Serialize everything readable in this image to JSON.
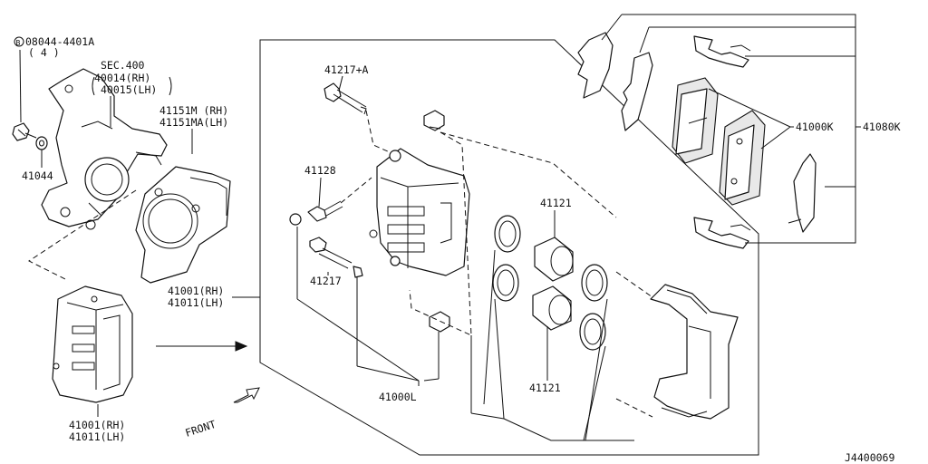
{
  "labels": {
    "bolt_code": "08044-4401A",
    "bolt_qty": "( 4 )",
    "bolt_mark": "B",
    "sec": "SEC.400",
    "knuckle_rh": "40014(RH)",
    "knuckle_lh": "40015(LH)",
    "washer": "41044",
    "plate_rh": "41151M (RH)",
    "plate_lh": "41151MA(LH)",
    "bolt_a": "41217+A",
    "pin_boot": "41128",
    "pin_bolt": "41217",
    "caliper_set_rh": "41001(RH)",
    "caliper_set_lh": "41011(LH)",
    "caliper_rh": "41001(RH)",
    "caliper_lh": "41011(LH)",
    "piston_top": "41121",
    "piston_bottom": "41121",
    "pad_kit": "41000K",
    "hardware_kit": "41080K",
    "caliper_body": "41000L",
    "front": "FRONT",
    "diagram_code": "J4400069"
  }
}
